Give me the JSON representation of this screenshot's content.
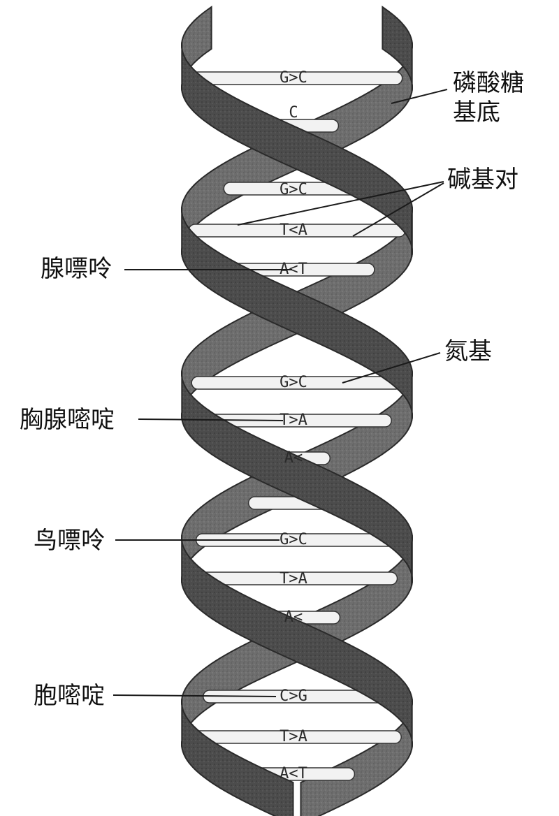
{
  "labels": {
    "backbone_line1": "磷酸糖",
    "backbone_line2": "基底",
    "base_pair": "碱基对",
    "adenine": "腺嘌呤",
    "nitrogen_base": "氮基",
    "thymine": "胸腺嘧啶",
    "guanine": "鸟嘌呤",
    "cytosine": "胞嘧啶"
  },
  "base_pairs": [
    "G>C",
    "C",
    "G>C",
    "T<A",
    "A<T",
    "G>C",
    "T>A",
    "A<",
    "G>C",
    "T>A",
    "A<",
    "C>G",
    "T>A",
    "A<T"
  ],
  "colors": {
    "strand_front": "#4a4a4a",
    "strand_back": "#7a7a7a",
    "rung": "#f2f2f2",
    "rung_stroke": "#333333"
  }
}
